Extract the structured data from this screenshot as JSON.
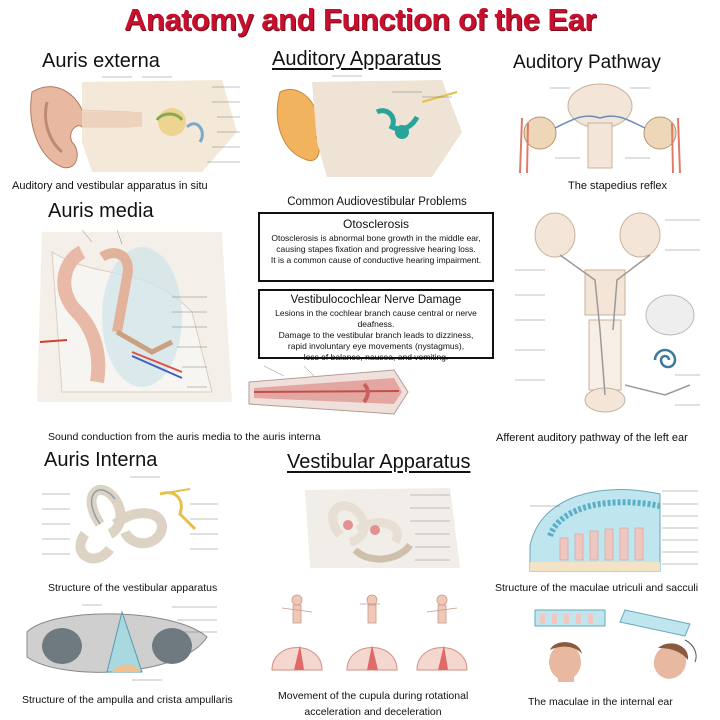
{
  "title": "Anatomy and Function of the Ear",
  "sections": {
    "auris_externa": "Auris externa",
    "auditory_apparatus": "Auditory Apparatus",
    "auditory_pathway": "Auditory Pathway",
    "auris_media": "Auris media",
    "auris_interna": "Auris Interna",
    "vestibular_apparatus": "Vestibular Apparatus"
  },
  "captions": {
    "in_situ": "Auditory and vestibular apparatus in situ",
    "stapedius": "The stapedius reflex",
    "sound_conduction": "Sound conduction from the auris media to the auris interna",
    "afferent": "Afferent auditory pathway of the left ear",
    "vestibular_structure": "Structure of the vestibular apparatus",
    "maculae_structure": "Structure of the maculae utriculi and sacculi",
    "ampulla": "Structure of the ampulla and crista ampullaris",
    "cupula_line1": "Movement of the cupula during rotational",
    "cupula_line2": "acceleration and deceleration",
    "maculae_internal": "The maculae in the internal ear"
  },
  "problems": {
    "heading": "Common Audiovestibular Problems",
    "otosclerosis": {
      "title": "Otosclerosis",
      "lines": [
        "Otosclerosis is abnormal bone growth in the middle ear,",
        "causing stapes fixation and progressive hearing loss.",
        "It is a common cause of conductive hearing impairment."
      ]
    },
    "vestibulocochlear": {
      "title": "Vestibulocochlear Nerve Damage",
      "lines": [
        "Lesions in the cochlear branch cause central or nerve deafness.",
        "Damage to the vestibular branch leads to dizziness,",
        "rapid involuntary eye movements (nystagmus),",
        "loss of balance, nausea, and vomiting."
      ]
    }
  },
  "icons": [
    "ear-anatomy",
    "ear-cross-section",
    "brain-pathway",
    "middle-ear-ossicles",
    "cochlea-duct",
    "vestibular-labyrinth",
    "maculae",
    "ampulla",
    "cupula-figures",
    "head-profile"
  ],
  "colors": {
    "title": "#c8102e",
    "skin": "#e8b9a0",
    "bone": "#f1e3cf",
    "nerve": "#e6c04a"
  }
}
